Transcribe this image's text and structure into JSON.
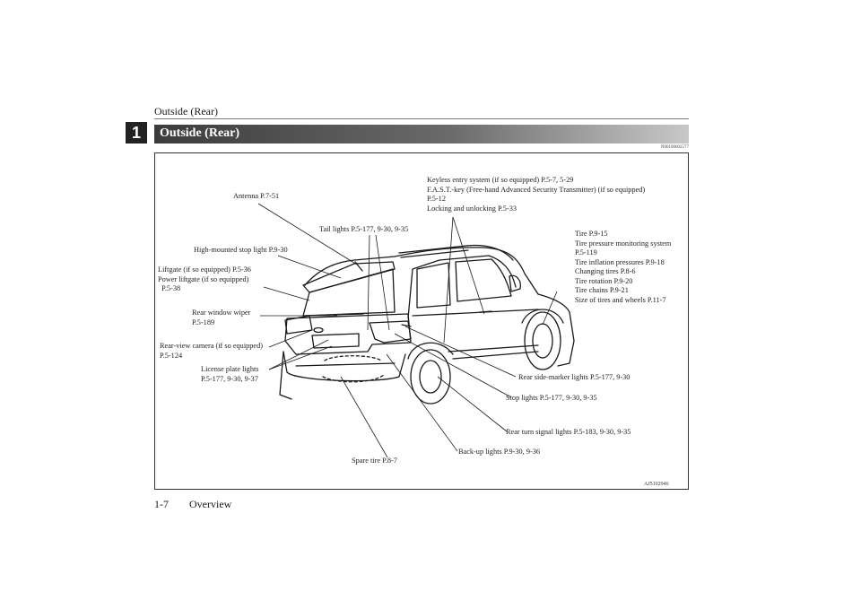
{
  "header": {
    "running_title": "Outside (Rear)",
    "chapter_number": "1"
  },
  "section": {
    "title": "Outside (Rear)",
    "doc_code": "N00100602577"
  },
  "figure": {
    "code": "AJ5102946",
    "labels": {
      "antenna": "Antenna P.7-51",
      "tail_lights": "Tail lights P.5-177, 9-30, 9-35",
      "keyless": "Keyless entry system (if so equipped) P.5-7, 5-29\nF.A.S.T.-key (Free-hand Advanced Security Transmitter) (if so equipped)\nP.5-12\nLocking and unlocking P.5-33",
      "high_mounted": "High-mounted stop light P.9-30",
      "liftgate": "Liftgate (if so equipped) P.5-36\nPower liftgate (if so equipped)\n  P.5-38",
      "tire": "Tire P.9-15\nTire pressure monitoring system\nP.5-119\nTire inflation pressures P.9-18\nChanging tires P.8-6\nTire rotation P.9-20\nTire chains P.9-21\nSize of tires and wheels P.11-7",
      "wiper": "Rear window wiper\nP.5-189",
      "camera": "Rear-view camera (if so equipped)\nP.5-124",
      "license": "License plate lights\nP.5-177, 9-30, 9-37",
      "side_marker": "Rear side-marker lights P.5-177, 9-30",
      "stop_lights": "Stop lights P.5-177, 9-30, 9-35",
      "turn_signal": "Rear turn signal lights P.5-183, 9-30, 9-35",
      "backup": "Back-up lights P.9-30, 9-36",
      "spare": "Spare tire P.8-7"
    }
  },
  "footer": {
    "page": "1-7",
    "section": "Overview"
  }
}
